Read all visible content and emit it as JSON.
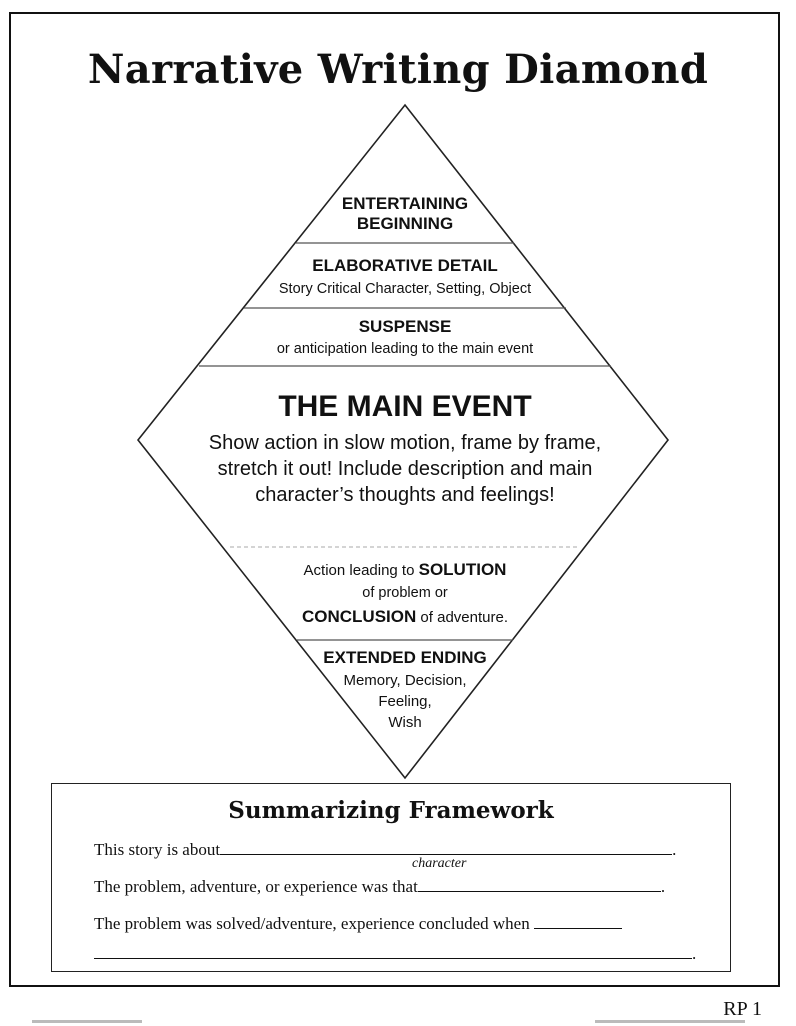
{
  "title": "Narrative Writing Diamond",
  "diamond": {
    "beginning": [
      "ENTERTAINING",
      "BEGINNING"
    ],
    "detail": {
      "heading": "ELABORATIVE DETAIL",
      "sub": "Story Critical Character, Setting, Object"
    },
    "suspense": {
      "heading": "SUSPENSE",
      "sub": "or anticipation leading to the main event"
    },
    "main_event": {
      "heading": "THE MAIN EVENT",
      "lines": [
        "Show action in slow motion, frame by frame,",
        "stretch it out!  Include description and main",
        "character’s thoughts and feelings!"
      ]
    },
    "solution": {
      "pre": "Action leading to ",
      "solution": "SOLUTION",
      "mid": "of problem or",
      "conclusion": "CONCLUSION",
      "post": " of adventure."
    },
    "ending": {
      "heading": "EXTENDED ENDING",
      "lines": [
        "Memory, Decision,",
        "Feeling,",
        "Wish"
      ]
    }
  },
  "summary": {
    "title": "Summarizing Framework",
    "line1": "This story is about",
    "caption": "character",
    "line2": "The problem, adventure, or experience was that",
    "line3": "The problem was solved/adventure, experience concluded when",
    "period": "."
  },
  "page_label": "RP 1"
}
